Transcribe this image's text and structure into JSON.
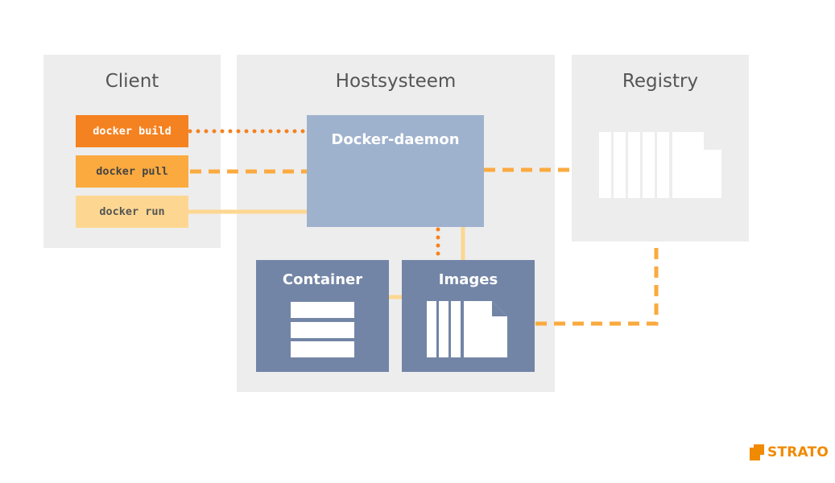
{
  "panels": {
    "client": "Client",
    "host": "Hostsysteem",
    "registry": "Registry"
  },
  "commands": {
    "build": "docker build",
    "pull": "docker pull",
    "run": "docker run"
  },
  "nodes": {
    "daemon": "Docker-daemon",
    "container": "Container",
    "images": "Images"
  },
  "logo": "STRATO",
  "colors": {
    "build": "#f58220",
    "pull": "#fbaa3f",
    "run": "#fdd791",
    "daemon": "#9fb2cd",
    "host_boxes": "#7385a6",
    "panel_bg": "#ededed",
    "brand": "#f08a00"
  }
}
